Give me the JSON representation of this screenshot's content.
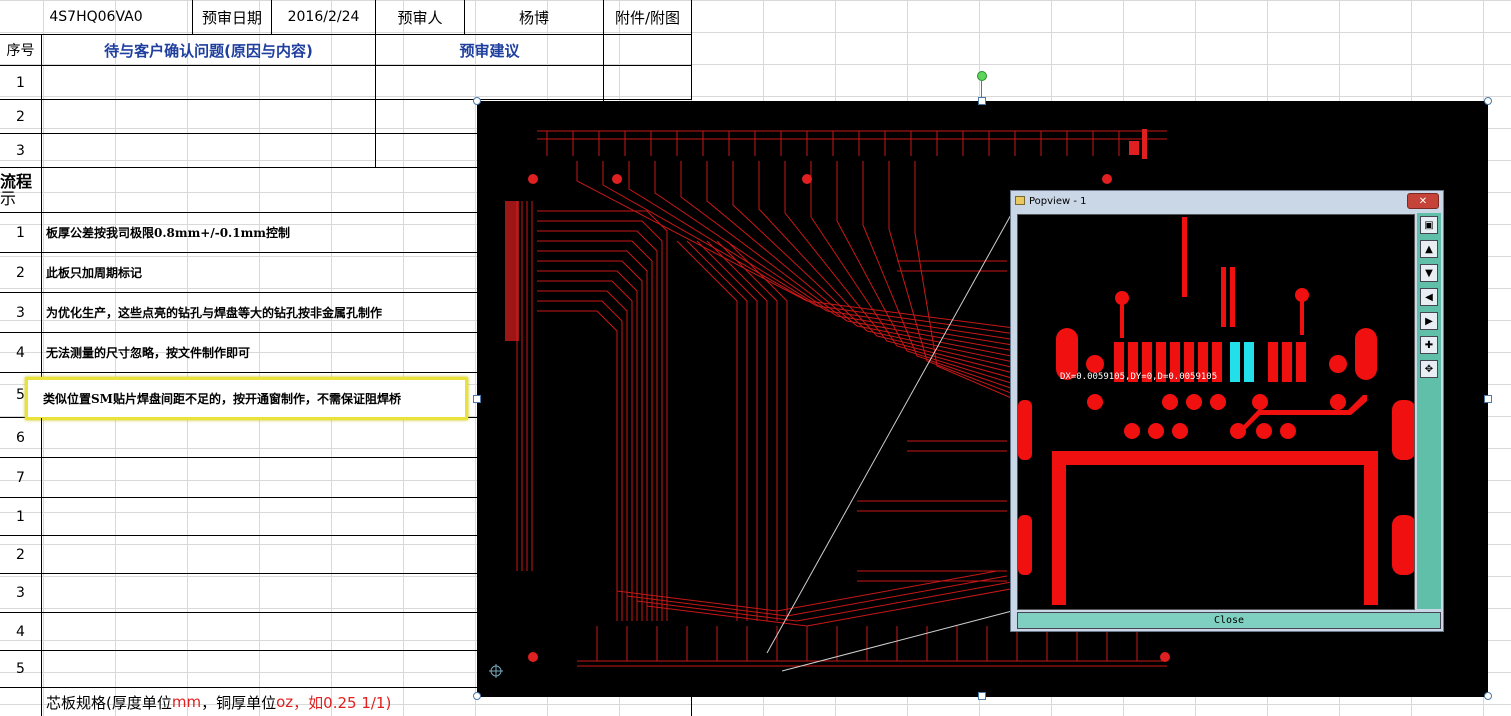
{
  "header": {
    "part_no": "4S7HQ06VA0",
    "date_label": "预审日期",
    "date_value": "2016/2/24",
    "reviewer_label": "预审人",
    "reviewer_value": "杨博",
    "attachment_label": "附件/附图"
  },
  "questions_header": {
    "seq_label": "序号",
    "question_label": "待与客户确认问题(原因与内容)",
    "suggestion_label": "预审建议"
  },
  "question_rows": [
    "1",
    "2",
    "3"
  ],
  "flow_label_line1": "流程",
  "flow_label_line2": "示",
  "instruction_rows": [
    {
      "no": "1",
      "text": "板厚公差按我司极限0.8mm+/-0.1mm控制"
    },
    {
      "no": "2",
      "text": "此板只加周期标记"
    },
    {
      "no": "3",
      "text": "为优化生产，这些点亮的钻孔与焊盘等大的钻孔按非金属孔制作"
    },
    {
      "no": "4",
      "text": "无法测量的尺寸忽略，按文件制作即可"
    },
    {
      "no": "5",
      "text": "类似位置SM贴片焊盘间距不足的，按开通窗制作，不需保证阻焊桥"
    },
    {
      "no": "6",
      "text": ""
    },
    {
      "no": "7",
      "text": ""
    }
  ],
  "extra_rows": [
    "1",
    "2",
    "3",
    "4",
    "5"
  ],
  "core_spec": {
    "prefix": "芯板规格(厚度单位",
    "unit1": "mm",
    "mid": "，铜厚单位",
    "unit2": "oz",
    "suffix": "，如0.25 1/1)"
  },
  "popview": {
    "title": "Popview - 1",
    "measurement": "DX=0.0059105,DY=0,D=0.0059105",
    "close_label": "Close"
  },
  "colors": {
    "pcb_background": "#000000",
    "trace": "#e02020",
    "highlight_box": "#e8e23a",
    "header_text": "#1f3f9f"
  }
}
